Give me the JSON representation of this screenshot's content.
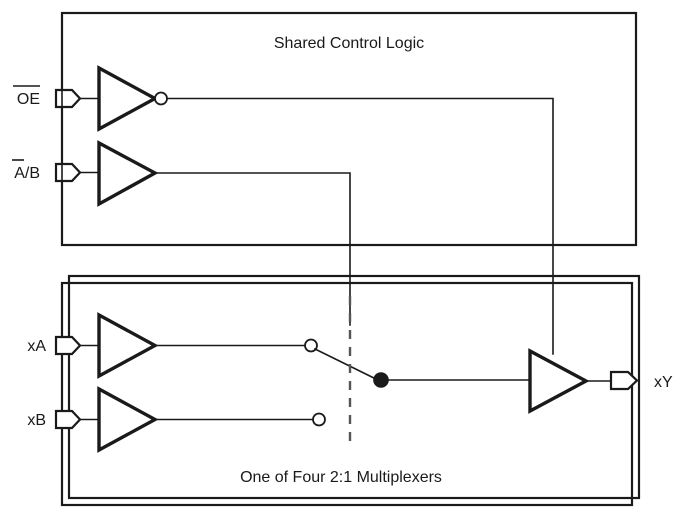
{
  "diagram": {
    "title_top": "Shared Control Logic",
    "title_bottom": "One of Four 2:1 Multiplexers",
    "colors": {
      "line": "#1a1a1a",
      "background": "#ffffff",
      "dash": "#555555"
    },
    "blocks": [
      {
        "name": "shared-control-logic",
        "label": "Shared Control Logic"
      },
      {
        "name": "one-of-four-mux",
        "label": "One of Four 2:1 Multiplexers"
      }
    ],
    "inputs": [
      {
        "name": "oe-input",
        "label": "OE",
        "overline": "full",
        "gate": "inverter"
      },
      {
        "name": "ab-select-input",
        "label": "A/B",
        "overline": "first-char",
        "gate": "buffer"
      },
      {
        "name": "xa-input",
        "label": "xA",
        "overline": "none",
        "gate": "buffer"
      },
      {
        "name": "xb-input",
        "label": "xB",
        "overline": "none",
        "gate": "buffer"
      }
    ],
    "outputs": [
      {
        "name": "xy-output",
        "label": "xY",
        "gate": "tri-state-buffer"
      }
    ],
    "switch": {
      "name": "mux-switch",
      "selected_terminal": "xA",
      "terminals": [
        {
          "name": "switch-terminal-xa",
          "state": "open-circle"
        },
        {
          "name": "switch-terminal-xb",
          "state": "open-circle"
        },
        {
          "name": "switch-common-node",
          "state": "filled-circle"
        }
      ],
      "boundary_style": "dashed"
    }
  }
}
